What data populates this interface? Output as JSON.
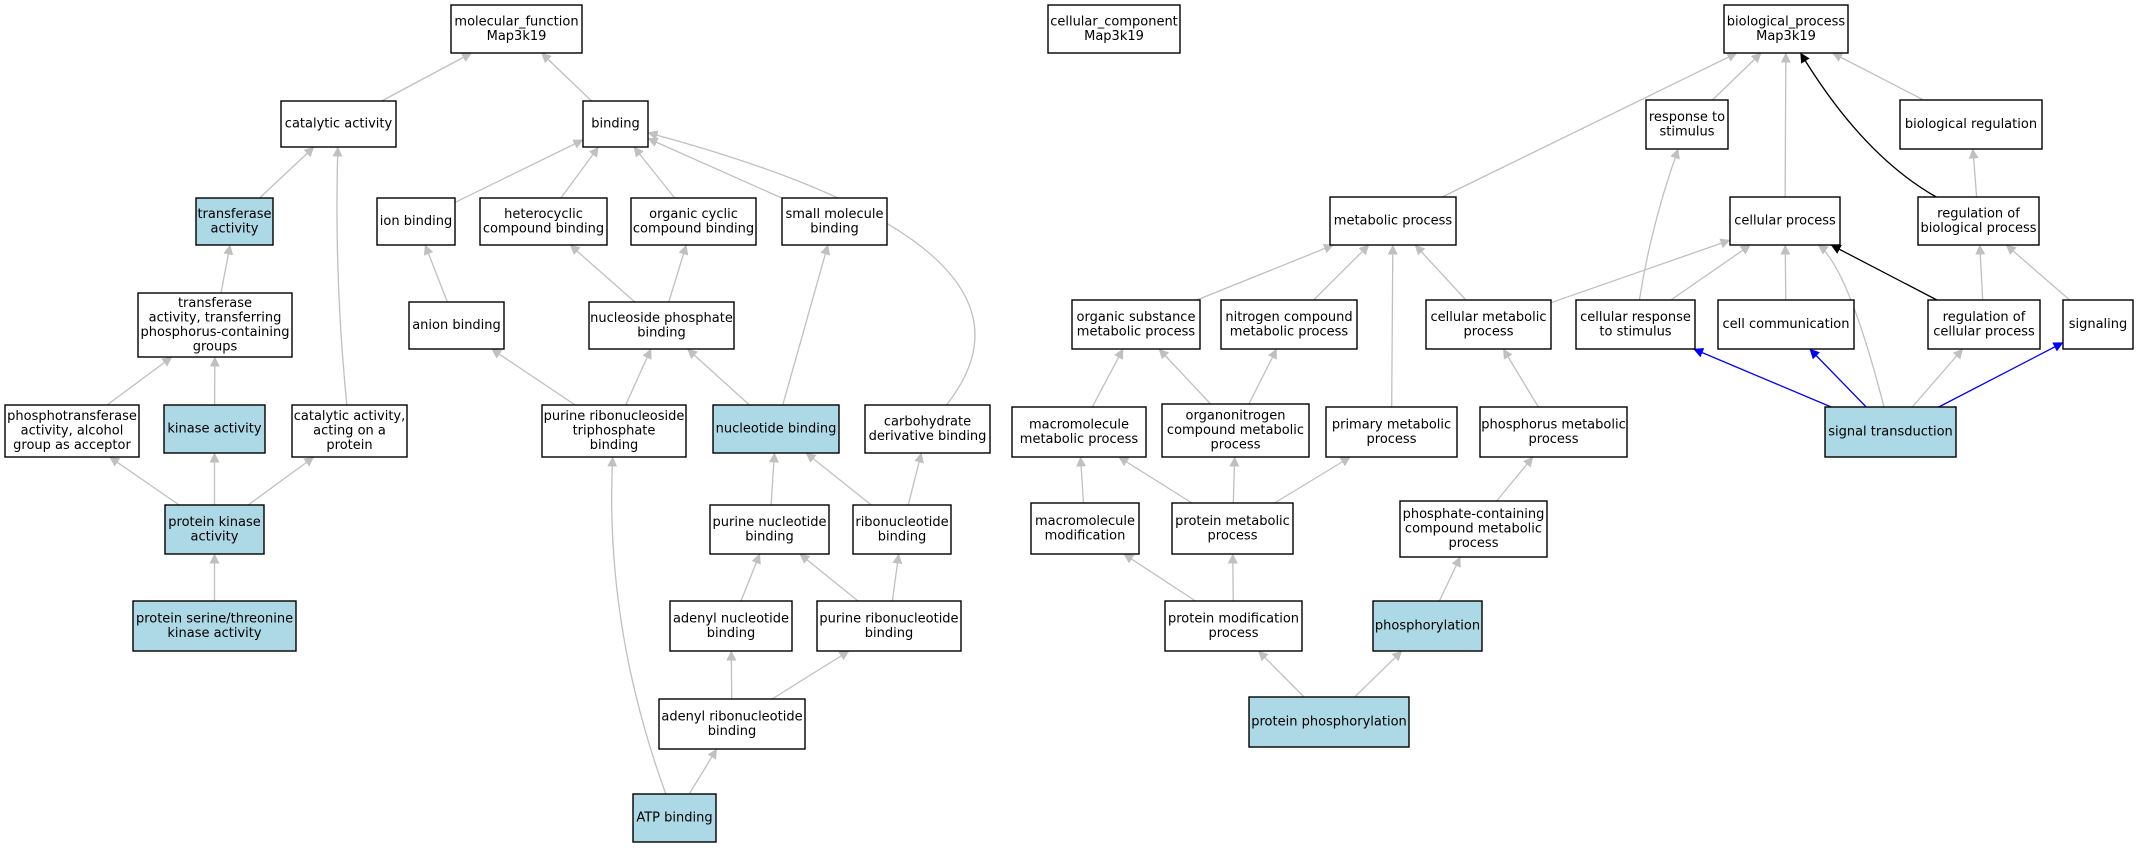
{
  "colors": {
    "edge_default": "#c0c0c0",
    "edge_black": "#000000",
    "edge_blue": "#0000ff",
    "highlight_fill": "#add8e6",
    "node_border": "#000000"
  },
  "nodes": [
    {
      "id": "mf",
      "lines": [
        "molecular_function",
        "Map3k19"
      ],
      "highlight": false
    },
    {
      "id": "cc",
      "lines": [
        "cellular_component",
        "Map3k19"
      ],
      "highlight": false
    },
    {
      "id": "bp",
      "lines": [
        "biological_process",
        "Map3k19"
      ],
      "highlight": false
    },
    {
      "id": "catalytic",
      "lines": [
        "catalytic activity"
      ],
      "highlight": false
    },
    {
      "id": "binding",
      "lines": [
        "binding"
      ],
      "highlight": false
    },
    {
      "id": "transferase",
      "lines": [
        "transferase",
        "activity"
      ],
      "highlight": true
    },
    {
      "id": "ion_binding",
      "lines": [
        "ion binding"
      ],
      "highlight": false
    },
    {
      "id": "heterocyclic",
      "lines": [
        "heterocyclic",
        "compound binding"
      ],
      "highlight": false
    },
    {
      "id": "organic_cyclic",
      "lines": [
        "organic cyclic",
        "compound binding"
      ],
      "highlight": false
    },
    {
      "id": "small_molecule",
      "lines": [
        "small molecule",
        "binding"
      ],
      "highlight": false
    },
    {
      "id": "transferase_p",
      "lines": [
        "transferase",
        "activity, transferring",
        "phosphorus-containing",
        "groups"
      ],
      "highlight": false
    },
    {
      "id": "anion_binding",
      "lines": [
        "anion binding"
      ],
      "highlight": false
    },
    {
      "id": "nuc_phos",
      "lines": [
        "nucleoside phosphate",
        "binding"
      ],
      "highlight": false
    },
    {
      "id": "phosphotransferase",
      "lines": [
        "phosphotransferase",
        "activity, alcohol",
        "group as acceptor"
      ],
      "highlight": false
    },
    {
      "id": "kinase",
      "lines": [
        "kinase activity"
      ],
      "highlight": true
    },
    {
      "id": "cat_protein",
      "lines": [
        "catalytic activity,",
        "acting on a",
        "protein"
      ],
      "highlight": false
    },
    {
      "id": "pur_ribonucleoside_tp",
      "lines": [
        "purine ribonucleoside",
        "triphosphate",
        "binding"
      ],
      "highlight": false
    },
    {
      "id": "nucleotide_binding",
      "lines": [
        "nucleotide binding"
      ],
      "highlight": true
    },
    {
      "id": "carb_deriv",
      "lines": [
        "carbohydrate",
        "derivative binding"
      ],
      "highlight": false
    },
    {
      "id": "protein_kinase",
      "lines": [
        "protein kinase",
        "activity"
      ],
      "highlight": true
    },
    {
      "id": "purine_nucleotide",
      "lines": [
        "purine nucleotide",
        "binding"
      ],
      "highlight": false
    },
    {
      "id": "ribonucleotide",
      "lines": [
        "ribonucleotide",
        "binding"
      ],
      "highlight": false
    },
    {
      "id": "ser_thr",
      "lines": [
        "protein serine/threonine",
        "kinase activity"
      ],
      "highlight": true
    },
    {
      "id": "adenyl_nucleotide",
      "lines": [
        "adenyl nucleotide",
        "binding"
      ],
      "highlight": false
    },
    {
      "id": "purine_ribonucleotide",
      "lines": [
        "purine ribonucleotide",
        "binding"
      ],
      "highlight": false
    },
    {
      "id": "adenyl_ribonucleotide",
      "lines": [
        "adenyl ribonucleotide",
        "binding"
      ],
      "highlight": false
    },
    {
      "id": "atp",
      "lines": [
        "ATP binding"
      ],
      "highlight": true
    },
    {
      "id": "response_stim",
      "lines": [
        "response to",
        "stimulus"
      ],
      "highlight": false
    },
    {
      "id": "bio_reg",
      "lines": [
        "biological regulation"
      ],
      "highlight": false
    },
    {
      "id": "metabolic",
      "lines": [
        "metabolic process"
      ],
      "highlight": false
    },
    {
      "id": "cellular_process",
      "lines": [
        "cellular process"
      ],
      "highlight": false
    },
    {
      "id": "reg_bio",
      "lines": [
        "regulation of",
        "biological process"
      ],
      "highlight": false
    },
    {
      "id": "org_subst",
      "lines": [
        "organic substance",
        "metabolic process"
      ],
      "highlight": false
    },
    {
      "id": "nitrogen",
      "lines": [
        "nitrogen compound",
        "metabolic process"
      ],
      "highlight": false
    },
    {
      "id": "cell_metab",
      "lines": [
        "cellular metabolic",
        "process"
      ],
      "highlight": false
    },
    {
      "id": "cell_resp",
      "lines": [
        "cellular response",
        "to stimulus"
      ],
      "highlight": false
    },
    {
      "id": "cell_comm",
      "lines": [
        "cell communication"
      ],
      "highlight": false
    },
    {
      "id": "reg_cell",
      "lines": [
        "regulation of",
        "cellular process"
      ],
      "highlight": false
    },
    {
      "id": "signaling",
      "lines": [
        "signaling"
      ],
      "highlight": false
    },
    {
      "id": "macro_metab",
      "lines": [
        "macromolecule",
        "metabolic process"
      ],
      "highlight": false
    },
    {
      "id": "organonitrogen",
      "lines": [
        "organonitrogen",
        "compound metabolic",
        "process"
      ],
      "highlight": false
    },
    {
      "id": "primary_metab",
      "lines": [
        "primary metabolic",
        "process"
      ],
      "highlight": false
    },
    {
      "id": "phosphorus_metab",
      "lines": [
        "phosphorus metabolic",
        "process"
      ],
      "highlight": false
    },
    {
      "id": "signal_trans",
      "lines": [
        "signal transduction"
      ],
      "highlight": true
    },
    {
      "id": "macro_mod",
      "lines": [
        "macromolecule",
        "modification"
      ],
      "highlight": false
    },
    {
      "id": "protein_metab",
      "lines": [
        "protein metabolic",
        "process"
      ],
      "highlight": false
    },
    {
      "id": "phosphate_cont",
      "lines": [
        "phosphate-containing",
        "compound metabolic",
        "process"
      ],
      "highlight": false
    },
    {
      "id": "protein_mod",
      "lines": [
        "protein modification",
        "process"
      ],
      "highlight": false
    },
    {
      "id": "phosphorylation",
      "lines": [
        "phosphorylation"
      ],
      "highlight": true
    },
    {
      "id": "protein_phos",
      "lines": [
        "protein phosphorylation"
      ],
      "highlight": true
    }
  ],
  "edges": [
    {
      "from": "catalytic",
      "to": "mf",
      "color": "default"
    },
    {
      "from": "binding",
      "to": "mf",
      "color": "default"
    },
    {
      "from": "transferase",
      "to": "catalytic",
      "color": "default"
    },
    {
      "from": "cat_protein",
      "to": "catalytic",
      "color": "default"
    },
    {
      "from": "ion_binding",
      "to": "binding",
      "color": "default"
    },
    {
      "from": "heterocyclic",
      "to": "binding",
      "color": "default"
    },
    {
      "from": "organic_cyclic",
      "to": "binding",
      "color": "default"
    },
    {
      "from": "small_molecule",
      "to": "binding",
      "color": "default"
    },
    {
      "from": "carb_deriv",
      "to": "binding",
      "color": "default"
    },
    {
      "from": "transferase_p",
      "to": "transferase",
      "color": "default"
    },
    {
      "from": "anion_binding",
      "to": "ion_binding",
      "color": "default"
    },
    {
      "from": "nuc_phos",
      "to": "heterocyclic",
      "color": "default"
    },
    {
      "from": "nuc_phos",
      "to": "organic_cyclic",
      "color": "default"
    },
    {
      "from": "phosphotransferase",
      "to": "transferase_p",
      "color": "default"
    },
    {
      "from": "kinase",
      "to": "transferase_p",
      "color": "default"
    },
    {
      "from": "pur_ribonucleoside_tp",
      "to": "anion_binding",
      "color": "default"
    },
    {
      "from": "pur_ribonucleoside_tp",
      "to": "nuc_phos",
      "color": "default"
    },
    {
      "from": "nucleotide_binding",
      "to": "nuc_phos",
      "color": "default"
    },
    {
      "from": "nucleotide_binding",
      "to": "small_molecule",
      "color": "default"
    },
    {
      "from": "protein_kinase",
      "to": "phosphotransferase",
      "color": "default"
    },
    {
      "from": "protein_kinase",
      "to": "kinase",
      "color": "default"
    },
    {
      "from": "protein_kinase",
      "to": "cat_protein",
      "color": "default"
    },
    {
      "from": "purine_nucleotide",
      "to": "nucleotide_binding",
      "color": "default"
    },
    {
      "from": "ribonucleotide",
      "to": "nucleotide_binding",
      "color": "default"
    },
    {
      "from": "ribonucleotide",
      "to": "carb_deriv",
      "color": "default"
    },
    {
      "from": "ser_thr",
      "to": "protein_kinase",
      "color": "default"
    },
    {
      "from": "adenyl_nucleotide",
      "to": "purine_nucleotide",
      "color": "default"
    },
    {
      "from": "purine_ribonucleotide",
      "to": "purine_nucleotide",
      "color": "default"
    },
    {
      "from": "purine_ribonucleotide",
      "to": "ribonucleotide",
      "color": "default"
    },
    {
      "from": "adenyl_ribonucleotide",
      "to": "adenyl_nucleotide",
      "color": "default"
    },
    {
      "from": "adenyl_ribonucleotide",
      "to": "purine_ribonucleotide",
      "color": "default"
    },
    {
      "from": "atp",
      "to": "adenyl_ribonucleotide",
      "color": "default"
    },
    {
      "from": "atp",
      "to": "pur_ribonucleoside_tp",
      "color": "default"
    },
    {
      "from": "metabolic",
      "to": "bp",
      "color": "default"
    },
    {
      "from": "response_stim",
      "to": "bp",
      "color": "default"
    },
    {
      "from": "cellular_process",
      "to": "bp",
      "color": "default"
    },
    {
      "from": "bio_reg",
      "to": "bp",
      "color": "default"
    },
    {
      "from": "reg_bio",
      "to": "bp",
      "color": "black"
    },
    {
      "from": "reg_bio",
      "to": "bio_reg",
      "color": "default"
    },
    {
      "from": "org_subst",
      "to": "metabolic",
      "color": "default"
    },
    {
      "from": "nitrogen",
      "to": "metabolic",
      "color": "default"
    },
    {
      "from": "cell_metab",
      "to": "metabolic",
      "color": "default"
    },
    {
      "from": "primary_metab",
      "to": "metabolic",
      "color": "default"
    },
    {
      "from": "cell_metab",
      "to": "cellular_process",
      "color": "default"
    },
    {
      "from": "cell_resp",
      "to": "cellular_process",
      "color": "default"
    },
    {
      "from": "cell_comm",
      "to": "cellular_process",
      "color": "default"
    },
    {
      "from": "reg_cell",
      "to": "cellular_process",
      "color": "black"
    },
    {
      "from": "signal_trans",
      "to": "cellular_process",
      "color": "default"
    },
    {
      "from": "cell_resp",
      "to": "response_stim",
      "color": "default"
    },
    {
      "from": "reg_cell",
      "to": "reg_bio",
      "color": "default"
    },
    {
      "from": "signaling",
      "to": "reg_bio",
      "color": "default"
    },
    {
      "from": "macro_metab",
      "to": "org_subst",
      "color": "default"
    },
    {
      "from": "organonitrogen",
      "to": "org_subst",
      "color": "default"
    },
    {
      "from": "organonitrogen",
      "to": "nitrogen",
      "color": "default"
    },
    {
      "from": "phosphorus_metab",
      "to": "cell_metab",
      "color": "default"
    },
    {
      "from": "signal_trans",
      "to": "cell_resp",
      "color": "blue"
    },
    {
      "from": "signal_trans",
      "to": "cell_comm",
      "color": "blue"
    },
    {
      "from": "signal_trans",
      "to": "reg_cell",
      "color": "default"
    },
    {
      "from": "signal_trans",
      "to": "signaling",
      "color": "blue"
    },
    {
      "from": "macro_mod",
      "to": "macro_metab",
      "color": "default"
    },
    {
      "from": "protein_metab",
      "to": "macro_metab",
      "color": "default"
    },
    {
      "from": "protein_metab",
      "to": "organonitrogen",
      "color": "default"
    },
    {
      "from": "protein_metab",
      "to": "primary_metab",
      "color": "default"
    },
    {
      "from": "phosphate_cont",
      "to": "phosphorus_metab",
      "color": "default"
    },
    {
      "from": "protein_mod",
      "to": "macro_mod",
      "color": "default"
    },
    {
      "from": "protein_mod",
      "to": "protein_metab",
      "color": "default"
    },
    {
      "from": "phosphorylation",
      "to": "phosphate_cont",
      "color": "default"
    },
    {
      "from": "protein_phos",
      "to": "protein_mod",
      "color": "default"
    },
    {
      "from": "protein_phos",
      "to": "phosphorylation",
      "color": "default"
    }
  ]
}
